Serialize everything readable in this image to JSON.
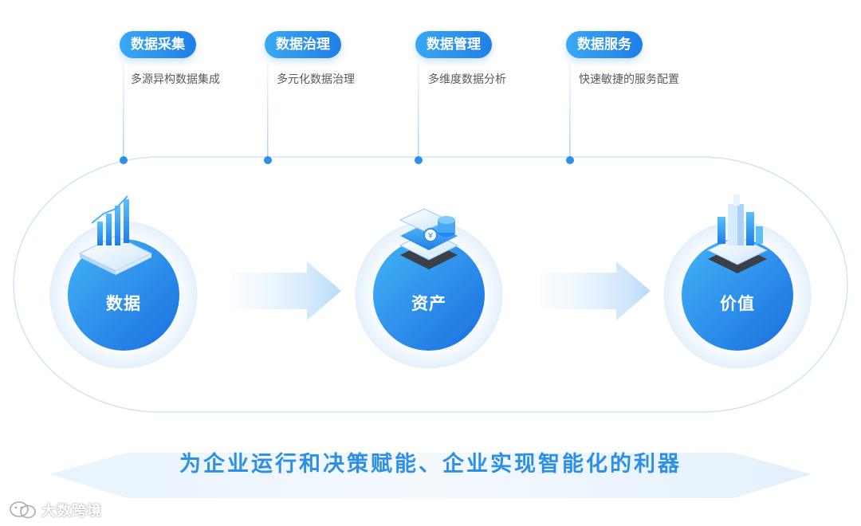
{
  "stages": [
    {
      "tag": "数据采集",
      "desc": "多源异构数据集成"
    },
    {
      "tag": "数据治理",
      "desc": "多元化数据治理"
    },
    {
      "tag": "数据管理",
      "desc": "多维度数据分析"
    },
    {
      "tag": "数据服务",
      "desc": "快速敏捷的服务配置"
    }
  ],
  "nodes": [
    {
      "label": "数据",
      "icon": "bar-chart-screen-icon"
    },
    {
      "label": "资产",
      "icon": "database-asset-icon"
    },
    {
      "label": "价值",
      "icon": "city-buildings-icon"
    }
  ],
  "slogan": "为企业运行和决策赋能、企业实现智能化的利器",
  "watermark": {
    "text": "大数跨境",
    "icon": "wechat-logo-icon"
  },
  "colors": {
    "primary": "#1f7fe6",
    "accent": "#3aa8f4",
    "slogan": "#2e8fe6"
  }
}
